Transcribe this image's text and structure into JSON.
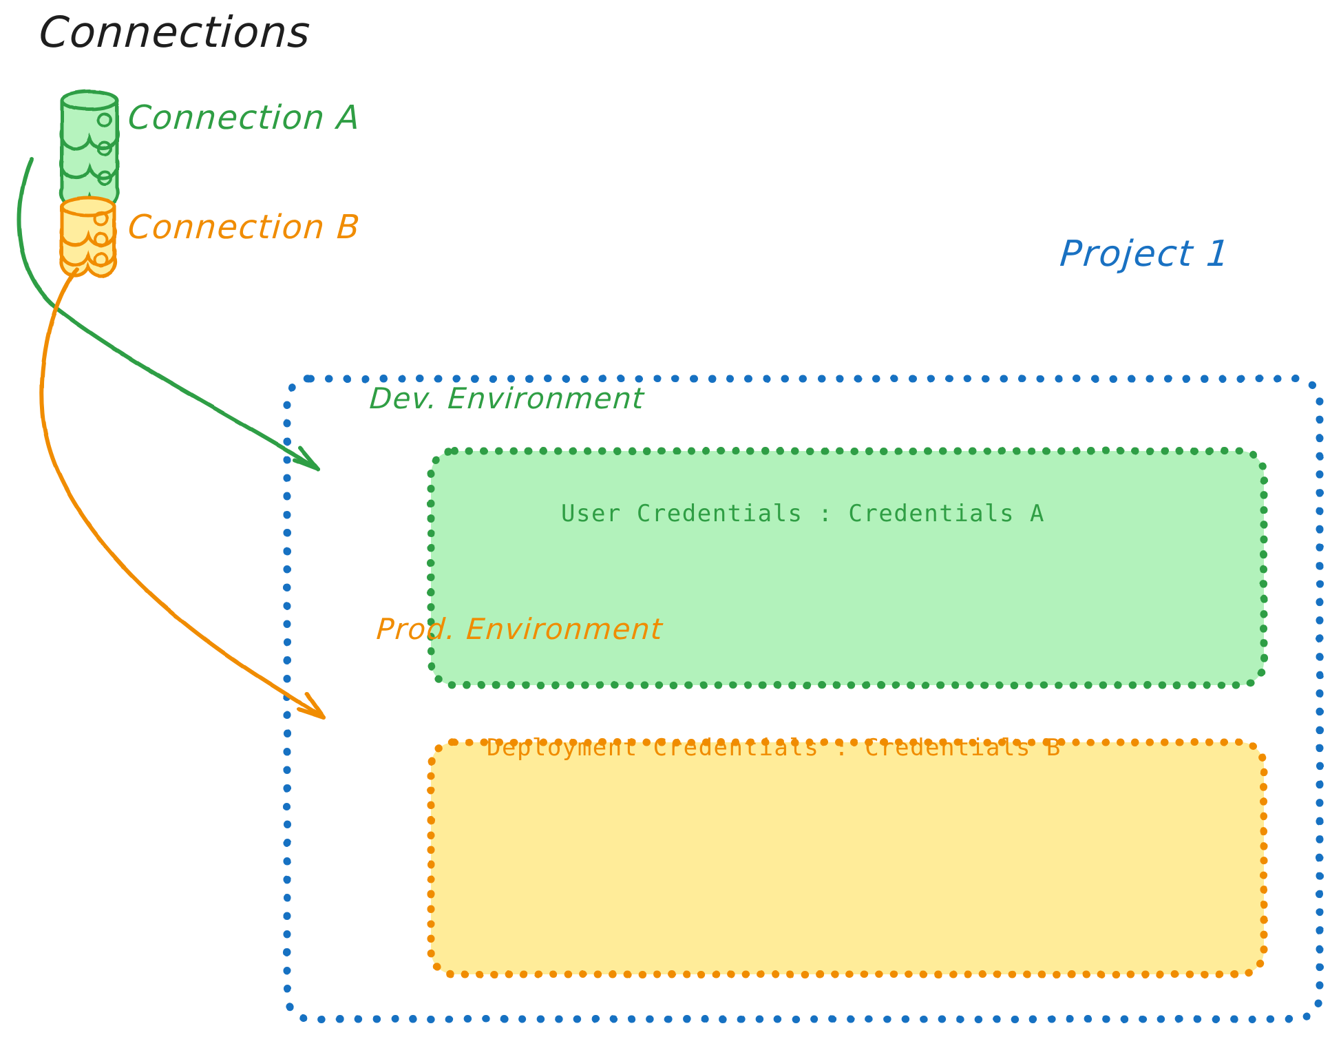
{
  "diagram": {
    "title": "Connections",
    "background": "#ffffff",
    "colors": {
      "green_stroke": "#2f9e44",
      "green_fill": "#b2f2bb",
      "orange_stroke": "#f08c00",
      "orange_fill": "#ffec99",
      "blue_stroke": "#1971c2",
      "text_dark": "#1e1e1e"
    }
  },
  "connections": {
    "heading": "Connections",
    "items": [
      {
        "label": "Connection A",
        "color": "#2f9e44",
        "icon": "database-cylinder-icon"
      },
      {
        "label": "Connection B",
        "color": "#f08c00",
        "icon": "database-cylinder-icon"
      }
    ]
  },
  "project": {
    "label": "Project 1",
    "color": "#1971c2",
    "border_style": "dotted",
    "environments": [
      {
        "name": "dev",
        "title": "Dev. Environment",
        "credentials_label": "User Credentials",
        "credentials_separator": ":",
        "credentials_value": "Credentials A",
        "credentials_line": "User Credentials : Credentials A",
        "stroke": "#2f9e44",
        "fill": "#b2f2bb"
      },
      {
        "name": "prod",
        "title": "Prod. Environment",
        "credentials_label": "Deployment Credentials",
        "credentials_separator": ":",
        "credentials_value": "Credentials B",
        "credentials_line": "Deployment Credentials : Credentials B",
        "stroke": "#f08c00",
        "fill": "#ffec99"
      }
    ]
  },
  "arrows": [
    {
      "from": "Connection A",
      "to": "Dev. Environment",
      "color": "#2f9e44"
    },
    {
      "from": "Connection B",
      "to": "Prod. Environment",
      "color": "#f08c00"
    }
  ]
}
